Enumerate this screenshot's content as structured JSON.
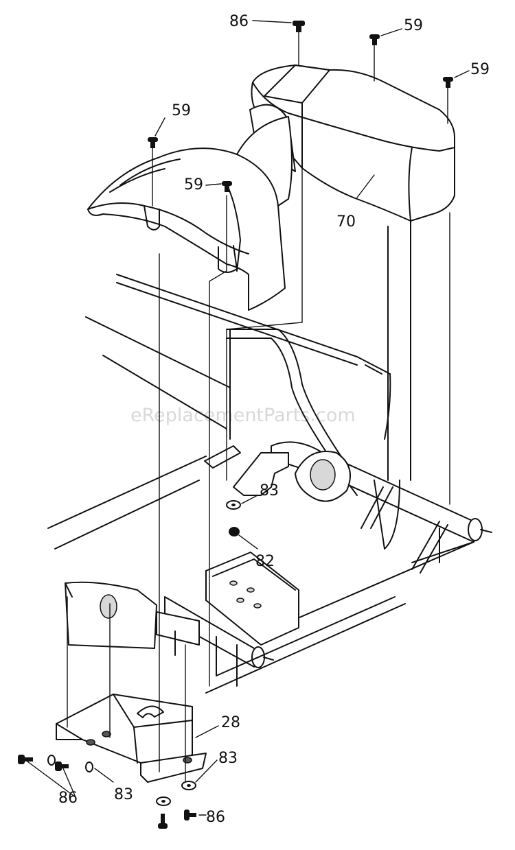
{
  "watermark": "eReplacementParts.com",
  "callouts": [
    {
      "id": "c86-top",
      "label": "86"
    },
    {
      "id": "c59-a",
      "label": "59"
    },
    {
      "id": "c59-b",
      "label": "59"
    },
    {
      "id": "c59-c",
      "label": "59"
    },
    {
      "id": "c59-d",
      "label": "59"
    },
    {
      "id": "c70",
      "label": "70"
    },
    {
      "id": "c83-a",
      "label": "83"
    },
    {
      "id": "c82",
      "label": "82"
    },
    {
      "id": "c28",
      "label": "28"
    },
    {
      "id": "c83-b",
      "label": "83"
    },
    {
      "id": "c83-c",
      "label": "83"
    },
    {
      "id": "c86-left",
      "label": "86"
    },
    {
      "id": "c86-bottom",
      "label": "86"
    }
  ]
}
